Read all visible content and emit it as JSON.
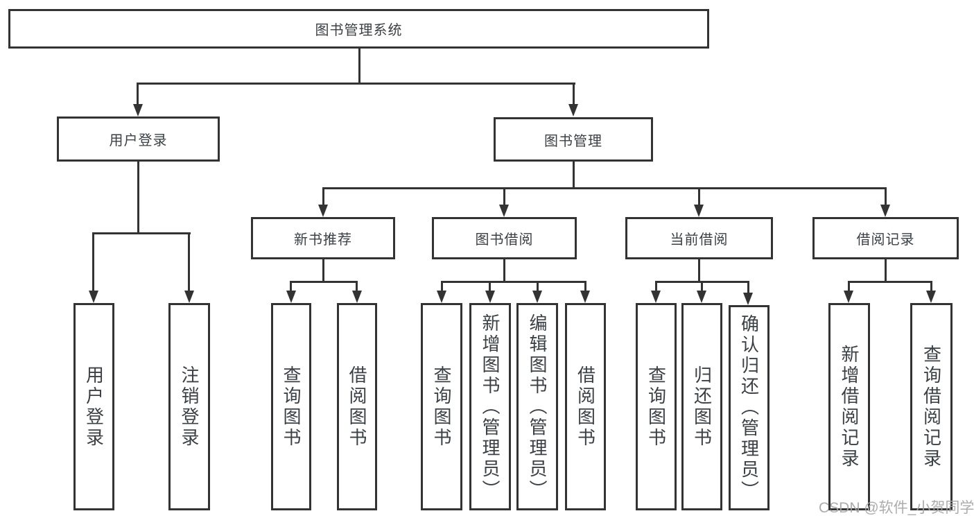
{
  "diagram": {
    "root": {
      "label": "图书管理系统"
    },
    "level2": [
      {
        "label": "用户登录"
      },
      {
        "label": "图书管理"
      }
    ],
    "login_children": [
      {
        "label": "用户登录"
      },
      {
        "label": "注销登录"
      }
    ],
    "level3": [
      {
        "label": "新书推荐"
      },
      {
        "label": "图书借阅"
      },
      {
        "label": "当前借阅"
      },
      {
        "label": "借阅记录"
      }
    ],
    "new_book_children": [
      {
        "label": "查询图书"
      },
      {
        "label": "借阅图书"
      }
    ],
    "borrow_children": [
      {
        "label": "查询图书"
      },
      {
        "label": "新增图书（管理员）"
      },
      {
        "label": "编辑图书（管理员）"
      },
      {
        "label": "借阅图书"
      }
    ],
    "current_children": [
      {
        "label": "查询图书"
      },
      {
        "label": "归还图书"
      },
      {
        "label": "确认归还（管理员）"
      }
    ],
    "record_children": [
      {
        "label": "新增借阅记录"
      },
      {
        "label": "查询借阅记录"
      }
    ]
  },
  "watermark": {
    "text": "CSDN @软件_小贺同学"
  },
  "colors": {
    "line": "#333333",
    "text": "#3b4046",
    "watermark": "#a6a6a6",
    "background": "#ffffff"
  }
}
